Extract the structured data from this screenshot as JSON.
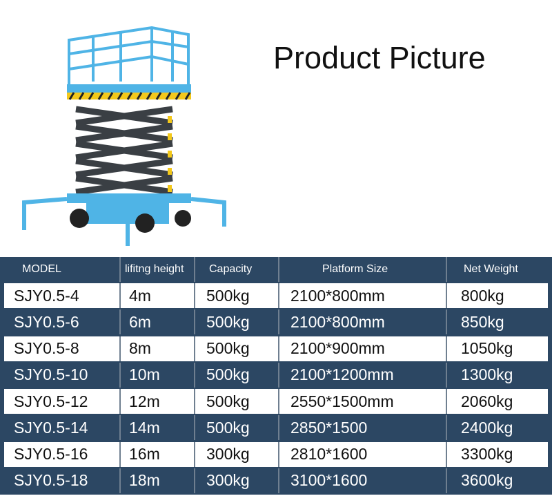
{
  "title": "Product Picture",
  "table": {
    "headers": [
      "MODEL",
      "lifitng height",
      "Capacity",
      "Platform  Size",
      "Net  Weight"
    ],
    "rows": [
      [
        "SJY0.5-4",
        "4m",
        "500kg",
        "2100*800mm",
        "800kg"
      ],
      [
        "SJY0.5-6",
        "6m",
        "500kg",
        "2100*800mm",
        "850kg"
      ],
      [
        "SJY0.5-8",
        "8m",
        "500kg",
        "2100*900mm",
        "1050kg"
      ],
      [
        "SJY0.5-10",
        "10m",
        "500kg",
        "2100*1200mm",
        "1300kg"
      ],
      [
        "SJY0.5-12",
        "12m",
        "500kg",
        "2550*1500mm",
        "2060kg"
      ],
      [
        "SJY0.5-14",
        "14m",
        "500kg",
        "2850*1500",
        "2400kg"
      ],
      [
        "SJY0.5-16",
        "16m",
        "300kg",
        "2810*1600",
        "3300kg"
      ],
      [
        "SJY0.5-18",
        "18m",
        "300kg",
        "3100*1600",
        "3600kg"
      ]
    ]
  },
  "colors": {
    "header_bg": "#2c4763",
    "lift_blue": "#4fb4e6",
    "scissor": "#3a3f44"
  }
}
